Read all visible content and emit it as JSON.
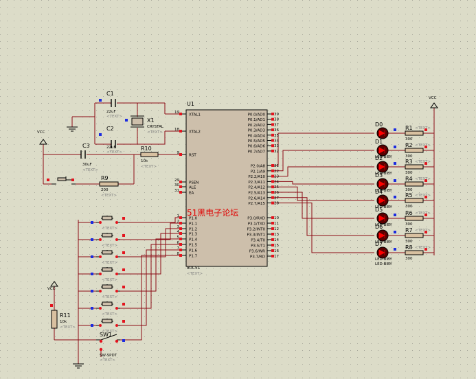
{
  "colors": {
    "background": "#dcdcc8",
    "grid_dot": "#a8a89c",
    "wire": "#8b0a14",
    "component_body": "#cdbfab",
    "component_outline": "#000000",
    "pin_red": "#e4141e",
    "pin_blue": "#1c2ce0",
    "text_dark": "#000000",
    "text_label": "#000080",
    "placeholder": "#808080",
    "led_body": "#5a0000",
    "led_glow": "#ff0000",
    "watermark": "#e00000",
    "resistor_body": "#d8c0a0"
  },
  "watermark": "51黑电子论坛",
  "placeholder_text": "<TEXT>",
  "mcu": {
    "ref": "U1",
    "part": "80C51",
    "left_pins": [
      {
        "num": "19",
        "name": "XTAL1"
      },
      {
        "num": "18",
        "name": "XTAL2"
      },
      {
        "num": "9",
        "name": "RST"
      },
      {
        "num": "29",
        "name": "PSEN"
      },
      {
        "num": "30",
        "name": "ALE"
      },
      {
        "num": "31",
        "name": "EA"
      },
      {
        "num": "1",
        "name": "P1.0"
      },
      {
        "num": "2",
        "name": "P1.1"
      },
      {
        "num": "3",
        "name": "P1.2"
      },
      {
        "num": "4",
        "name": "P1.3"
      },
      {
        "num": "5",
        "name": "P1.4"
      },
      {
        "num": "6",
        "name": "P1.5"
      },
      {
        "num": "7",
        "name": "P1.6"
      },
      {
        "num": "8",
        "name": "P1.7"
      }
    ],
    "right_pins": [
      {
        "num": "39",
        "name": "P0.0/AD0"
      },
      {
        "num": "38",
        "name": "P0.1/AD1"
      },
      {
        "num": "37",
        "name": "P0.2/AD2"
      },
      {
        "num": "36",
        "name": "P0.3/AD3"
      },
      {
        "num": "35",
        "name": "P0.4/AD4"
      },
      {
        "num": "34",
        "name": "P0.5/AD5"
      },
      {
        "num": "33",
        "name": "P0.6/AD6"
      },
      {
        "num": "32",
        "name": "P0.7/AD7"
      },
      {
        "num": "21",
        "name": "P2.0/A8"
      },
      {
        "num": "22",
        "name": "P2.1/A9"
      },
      {
        "num": "23",
        "name": "P2.2/A10"
      },
      {
        "num": "24",
        "name": "P2.3/A11"
      },
      {
        "num": "25",
        "name": "P2.4/A12"
      },
      {
        "num": "26",
        "name": "P2.5/A13"
      },
      {
        "num": "27",
        "name": "P2.6/A14"
      },
      {
        "num": "28",
        "name": "P2.7/A15"
      },
      {
        "num": "10",
        "name": "P3.0/RXD"
      },
      {
        "num": "11",
        "name": "P3.1/TXD"
      },
      {
        "num": "12",
        "name": "P3.2/INT0"
      },
      {
        "num": "13",
        "name": "P3.3/INT1"
      },
      {
        "num": "14",
        "name": "P3.4/T0"
      },
      {
        "num": "15",
        "name": "P3.5/T1"
      },
      {
        "num": "16",
        "name": "P3.6/WR"
      },
      {
        "num": "17",
        "name": "P3.7/RD"
      }
    ]
  },
  "components": {
    "c1": {
      "ref": "C1",
      "value": "22uF"
    },
    "c2": {
      "ref": "C2",
      "value": "22uF"
    },
    "c3": {
      "ref": "C3",
      "value": "30uF"
    },
    "x1": {
      "ref": "X1",
      "value": "CRYSTAL"
    },
    "r10": {
      "ref": "R10",
      "value": "10k"
    },
    "r9": {
      "ref": "R9",
      "value": "200"
    },
    "r11": {
      "ref": "R11",
      "value": "10k"
    },
    "sw1": {
      "ref": "SW1",
      "value": "SW-SPDT"
    },
    "vcc_left": "VCC",
    "vcc_mid": "VCC",
    "vcc_right": "VCC"
  },
  "leds": [
    {
      "ref": "D0",
      "value": "LED-BIBY"
    },
    {
      "ref": "D1",
      "value": "LED-BIBY"
    },
    {
      "ref": "D2",
      "value": "LED-BIBY"
    },
    {
      "ref": "D3",
      "value": "LED-BIBY"
    },
    {
      "ref": "D4",
      "value": "LED-BIBY"
    },
    {
      "ref": "D5",
      "value": "LED-BIBY"
    },
    {
      "ref": "D6",
      "value": "LED-BIBY"
    },
    {
      "ref": "D7",
      "value": "LED-BIBY"
    }
  ],
  "led_resistors": [
    {
      "ref": "R1",
      "value": "300"
    },
    {
      "ref": "R2",
      "value": "300"
    },
    {
      "ref": "R3",
      "value": "300"
    },
    {
      "ref": "R4",
      "value": "300"
    },
    {
      "ref": "R5",
      "value": "300"
    },
    {
      "ref": "R6",
      "value": "300"
    },
    {
      "ref": "R7",
      "value": "300"
    },
    {
      "ref": "R8",
      "value": "300"
    }
  ],
  "buttons_count": 8
}
